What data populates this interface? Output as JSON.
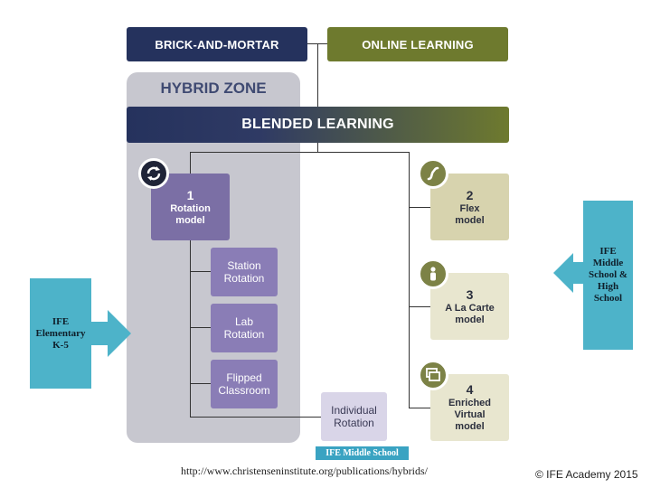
{
  "headers": {
    "brick_and_mortar": "BRICK-AND-MORTAR",
    "online_learning": "ONLINE LEARNING",
    "hybrid_zone": "HYBRID ZONE",
    "blended_learning": "BLENDED LEARNING"
  },
  "models": {
    "rotation": {
      "number": "1",
      "label": "Rotation model",
      "icon": "rotation-cycle-icon"
    },
    "flex": {
      "number": "2",
      "label": "Flex model",
      "icon": "flex-curve-icon"
    },
    "alacarte": {
      "number": "3",
      "label": "A La Carte model",
      "icon": "person-icon"
    },
    "enriched": {
      "number": "4",
      "label": "Enriched Virtual model",
      "icon": "screens-icon"
    }
  },
  "rotation_submodels": {
    "station": "Station Rotation",
    "lab": "Lab Rotation",
    "flipped": "Flipped Classroom",
    "individual": "Individual Rotation"
  },
  "callouts": {
    "elementary": "IFE Elementary K-5",
    "middle_high": "IFE Middle School & High School",
    "middle_school": "IFE Middle School"
  },
  "footer": {
    "url": "http://www.christenseninstitute.org/publications/hybrids/",
    "copyright": "©  IFE Academy 2015"
  },
  "colors": {
    "navy": "#25325d",
    "olive": "#6e7a2e",
    "purple": "#7b6fa5",
    "teal": "#4db3c9",
    "hybrid_gray": "#c7c7cf"
  }
}
